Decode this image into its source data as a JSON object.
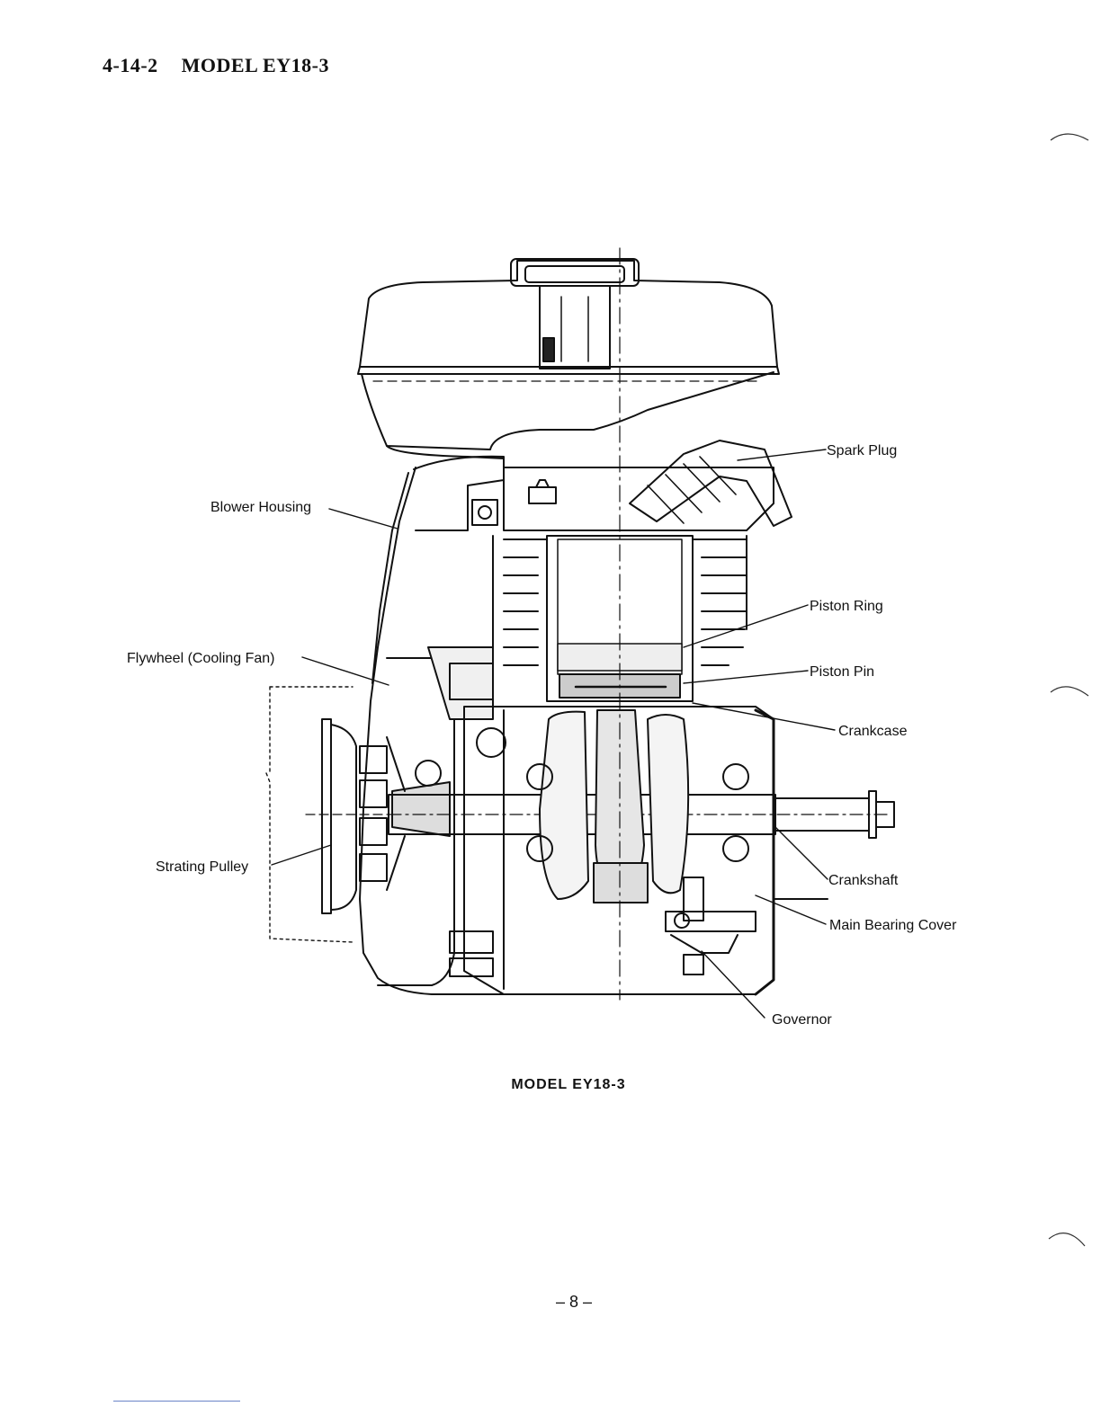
{
  "header": {
    "section_number": "4-14-2",
    "section_title": "MODEL EY18-3"
  },
  "figure": {
    "labels": {
      "spark_plug": "Spark Plug",
      "blower_housing": "Blower Housing",
      "piston_ring": "Piston Ring",
      "flywheel": "Flywheel (Cooling Fan)",
      "piston_pin": "Piston Pin",
      "crankcase": "Crankcase",
      "starting_pulley": "Strating Pulley",
      "crankshaft": "Crankshaft",
      "main_bearing_cover": "Main Bearing Cover",
      "governor": "Governor"
    },
    "caption": "MODEL EY18-3"
  },
  "footer": {
    "page_number": "– 8 –"
  }
}
